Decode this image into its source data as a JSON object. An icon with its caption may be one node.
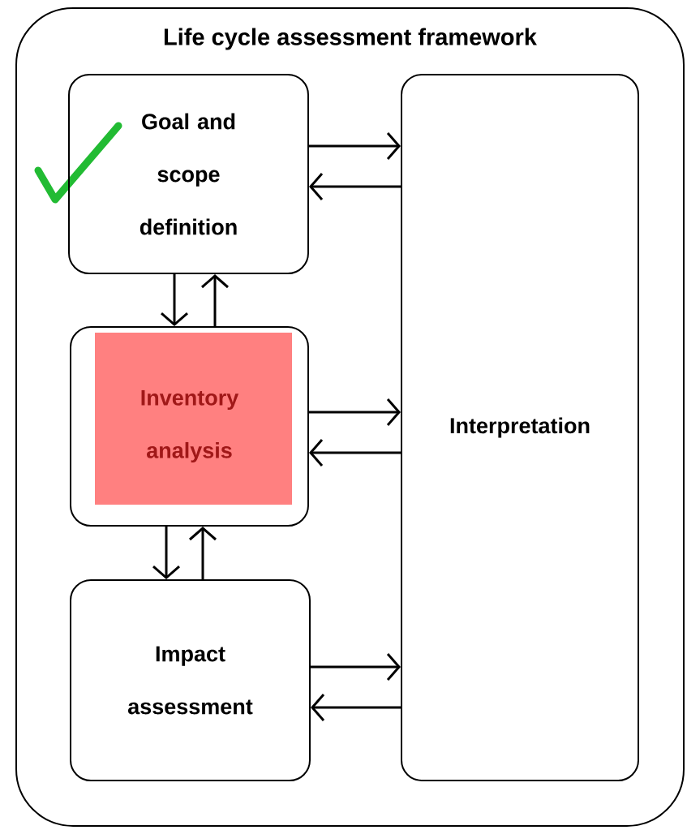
{
  "diagram": {
    "nodes": [
      {
        "text": [
          "Life cycle assessment framework"
        ]
      },
      {
        "text": [
          "Goal and scope definition"
        ],
        "in": 0
      },
      {
        "text": [
          "Inventory analysis"
        ],
        "in": 0
      },
      {
        "text": [
          "Impact assessment"
        ],
        "in": 0
      },
      {
        "text": [
          "Interpretation"
        ],
        "in": 0
      }
    ],
    "edges": [
      {
        "from": 1,
        "to": 2,
        "arrow": "to"
      },
      {
        "from": 2,
        "to": 1,
        "arrow": "to"
      },
      {
        "from": 2,
        "to": 3,
        "arrow": "to"
      },
      {
        "from": 3,
        "to": 2,
        "arrow": "to"
      },
      {
        "from": 1,
        "to": 4,
        "arrow": "to"
      },
      {
        "from": 4,
        "to": 1,
        "arrow": "to"
      },
      {
        "from": 2,
        "to": 4,
        "arrow": "to"
      },
      {
        "from": 4,
        "to": 2,
        "arrow": "to"
      },
      {
        "from": 3,
        "to": 4,
        "arrow": "to"
      },
      {
        "from": 4,
        "to": 3,
        "arrow": "to"
      }
    ]
  }
}
